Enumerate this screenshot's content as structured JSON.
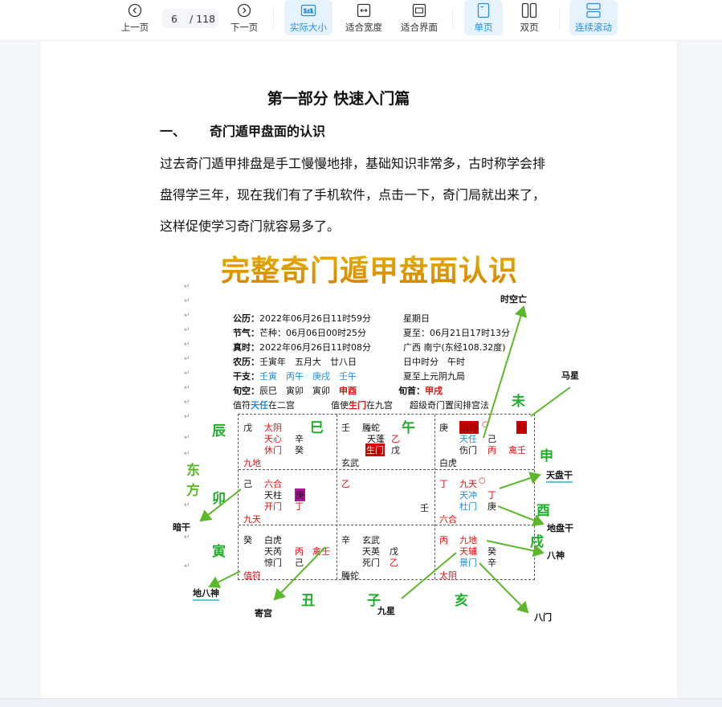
{
  "toolbar": {
    "prev_label": "上一页",
    "next_label": "下一页",
    "current_page": "6",
    "page_separator": "/",
    "total_pages": "118",
    "actual_size_label": "实际大小",
    "actual_size_icon_text": "1:1",
    "fit_width_label": "适合宽度",
    "fit_page_label": "适合界面",
    "single_page_label": "单页",
    "double_page_label": "双页",
    "continuous_scroll_label": "连续滚动",
    "active_zoom": "实际大小",
    "active_layout": "单页",
    "active_scroll": "连续滚动",
    "accent_color": "#2b8fe0"
  },
  "document": {
    "title": "第一部分 快速入门篇",
    "section_number": "一、",
    "section_title": "奇门遁甲盘面的认识",
    "paragraph_lines": [
      "过去奇门遁甲排盘是手工慢慢地排，基础知识非常多，古时称学会排",
      "盘得学三年，现在我们有了手机软件，点击一下，奇门局就出来了，",
      "这样促使学习奇门就容易多了。"
    ]
  },
  "figure": {
    "title": "完整奇门遁甲盘面认识",
    "info": {
      "gongli_label": "公历：",
      "gongli": "2022年06月26日11时59分",
      "weekday": "星期日",
      "jieqi_label": "节气：",
      "jieqi": "芒种：06月06日00时25分",
      "xiazhi": "夏至：06月21日17时13分",
      "zhenshi_label": "真时：",
      "zhenshi": "2022年06月26日11时08分",
      "location": "广西 南宁(东经108.32度)",
      "nongli_label": "农历：",
      "nongli": "壬寅年　五月大　廿八日",
      "rizhong": "日中时分　午时",
      "ganzhi_label": "干支：",
      "ganzhi": [
        "壬寅",
        "丙午",
        "庚戌",
        "壬午"
      ],
      "ju": "夏至上元阴九局",
      "xunkong_label": "旬空：",
      "xunkong": [
        "辰巳",
        "寅卯",
        "寅卯"
      ],
      "xunkong_red": "申酉",
      "xunshou_label": "旬首：",
      "xunshou": "甲戌",
      "zhifu_pre": "值符",
      "zhifu_star": "天任",
      "zhifu_post": "在二宫",
      "zhishi_pre": "值使",
      "zhishi_door": "生门",
      "zhishi_post": "在九宫",
      "method": "超级奇门置闰排宫法"
    },
    "palaces": [
      {
        "pos": "top-left",
        "stem": "戊",
        "god": "太阴",
        "star": "天心",
        "star_stem": "辛",
        "door": "休门",
        "door_stem": "癸",
        "bottom": "九地"
      },
      {
        "pos": "top-center",
        "stem": "壬",
        "god": "螣蛇",
        "star": "天蓬",
        "star_stem": "乙",
        "door": "生门",
        "door_stem": "戊",
        "bottom": "玄武"
      },
      {
        "pos": "top-right",
        "stem": "庚",
        "god": "值符",
        "god_mark": "○",
        "corner": "马",
        "star": "天任",
        "star_stem": "己",
        "door": "伤门",
        "door_stem": "丙",
        "extra": "禽壬",
        "bottom": "白虎"
      },
      {
        "pos": "middle-left",
        "stem": "己",
        "god": "六合",
        "star": "天柱",
        "star_stem": "庚",
        "door": "开门",
        "door_stem": "丁",
        "bottom": "九天"
      },
      {
        "pos": "center",
        "stem": "乙",
        "right": "壬"
      },
      {
        "pos": "middle-right",
        "stem": "丁",
        "god": "九天",
        "god_mark": "○",
        "star": "天冲",
        "star_stem": "丁",
        "door": "杜门",
        "door_stem": "庚",
        "bottom": "六合"
      },
      {
        "pos": "bottom-left",
        "stem": "癸",
        "god": "白虎",
        "star": "天芮",
        "star_stem": "丙",
        "extra": "禽壬",
        "door": "惊门",
        "door_stem": "己",
        "bottom": "值符"
      },
      {
        "pos": "bottom-center",
        "stem": "辛",
        "god": "玄武",
        "star": "天英",
        "star_stem": "戊",
        "door": "死门",
        "door_stem": "乙",
        "bottom": "螣蛇"
      },
      {
        "pos": "bottom-right",
        "stem": "丙",
        "god": "九地",
        "star": "天辅",
        "star_stem": "癸",
        "door": "景门",
        "door_stem": "辛",
        "bottom": "太阴"
      }
    ],
    "branches": {
      "chen": "辰",
      "si": "巳",
      "wu": "午",
      "wei": "未",
      "shen": "申",
      "you": "酉",
      "xu": "戌",
      "hai": "亥",
      "zi": "子",
      "chou": "丑",
      "yin": "寅",
      "mao": "卯"
    },
    "direction": [
      "东",
      "方"
    ],
    "annotations": {
      "shikong": "时空亡",
      "maxing": "马星",
      "tianpangan": "天盘干",
      "dipangan": "地盘干",
      "bashen": "八神",
      "bamen": "八门",
      "jiuxing": "九星",
      "jigong": "寄宫",
      "dibashen": "地八神",
      "angan": "暗干"
    },
    "arrow_color": "#5cb82a",
    "pilcrow": "↵"
  }
}
